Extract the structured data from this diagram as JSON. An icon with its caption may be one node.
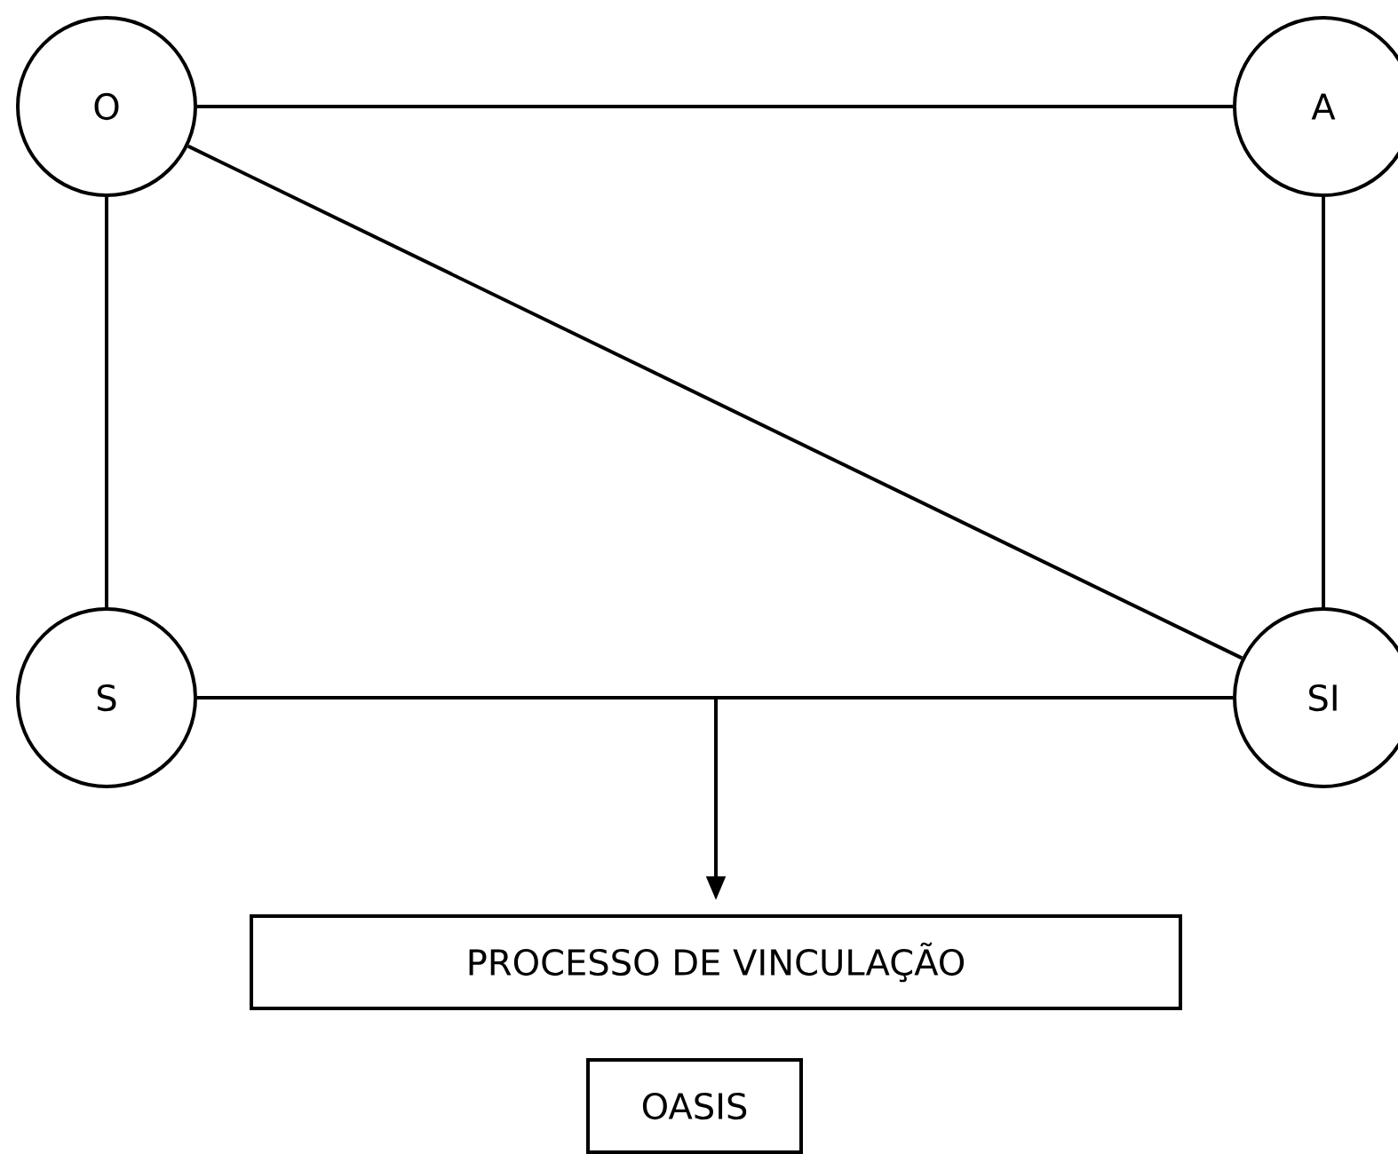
{
  "diagram": {
    "nodes": [
      {
        "text": [
          "O"
        ]
      },
      {
        "text": [
          "A"
        ]
      },
      {
        "text": [
          "S"
        ]
      },
      {
        "text": [
          "SI"
        ]
      },
      {
        "text": [
          "PROCESSO DE VINCULAÇÃO"
        ]
      },
      {
        "text": [
          "OASIS"
        ]
      }
    ],
    "edges": [
      {
        "from": 0,
        "to": 1,
        "arrow": "none"
      },
      {
        "from": 0,
        "to": 2,
        "arrow": "none"
      },
      {
        "from": 0,
        "to": 3,
        "arrow": "none"
      },
      {
        "from": 1,
        "to": 3,
        "arrow": "none"
      },
      {
        "from": 2,
        "to": 3,
        "arrow": "none"
      },
      {
        "from": null,
        "to": 4,
        "arrow": "to"
      }
    ]
  }
}
